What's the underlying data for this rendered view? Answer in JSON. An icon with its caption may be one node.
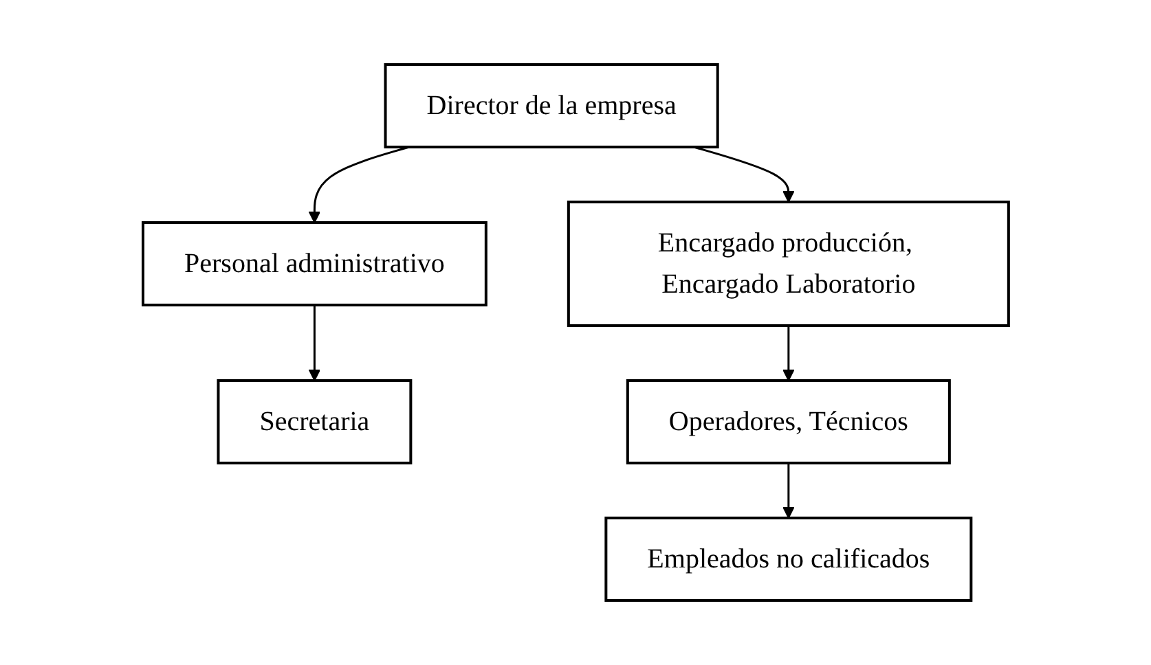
{
  "diagram": {
    "nodes": [
      {
        "text": [
          "Director de la empresa"
        ]
      },
      {
        "text": [
          "Personal administrativo"
        ]
      },
      {
        "text": [
          "Encargado producción, Encargado Laboratorio"
        ]
      },
      {
        "text": [
          "Secretaria"
        ]
      },
      {
        "text": [
          "Operadores, Técnicos"
        ]
      },
      {
        "text": [
          "Empleados no calificados"
        ]
      }
    ],
    "edges": [
      {
        "from": 0,
        "to": 1,
        "arrow": "to"
      },
      {
        "from": 0,
        "to": 2,
        "arrow": "to"
      },
      {
        "from": 1,
        "to": 3,
        "arrow": "to"
      },
      {
        "from": 2,
        "to": 4,
        "arrow": "to"
      },
      {
        "from": 4,
        "to": 5,
        "arrow": "to"
      }
    ]
  }
}
